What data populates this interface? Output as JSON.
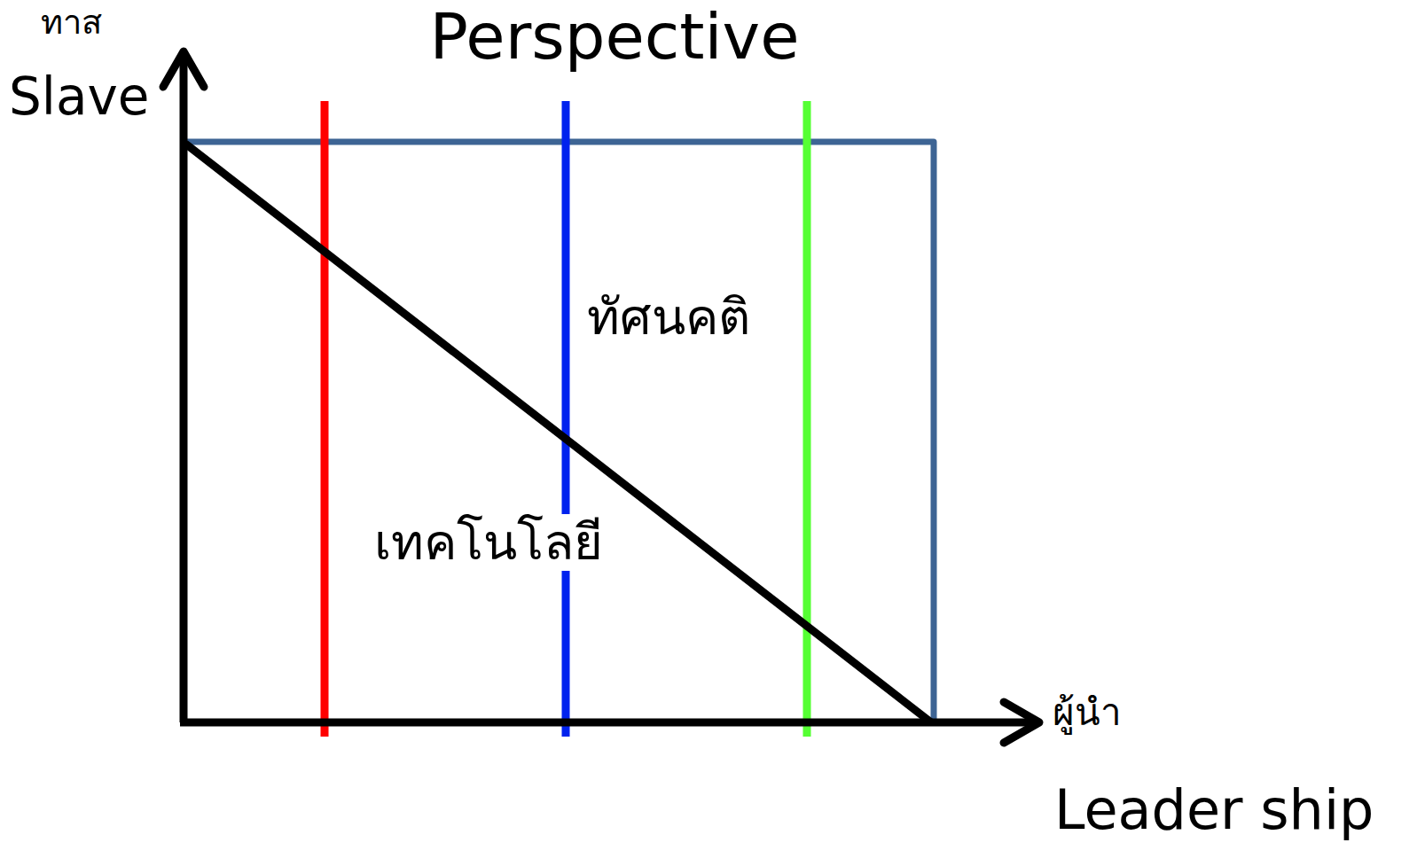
{
  "diagram": {
    "title": "Perspective",
    "labels": [
      "ทาส",
      "Slave",
      "ทัศนคติ",
      "เทคโนโลยี",
      "ผู้นำ",
      "Leader ship"
    ]
  }
}
